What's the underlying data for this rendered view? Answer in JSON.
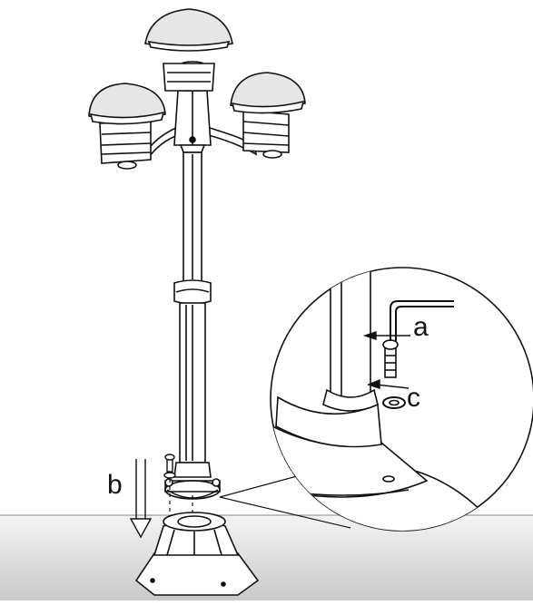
{
  "labels": {
    "a": "a",
    "b": "b",
    "c": "c"
  },
  "colors": {
    "line": "#111111",
    "fill": "#ffffff",
    "ground_top": "#f2f2f2",
    "ground_bottom": "#c8c8c8",
    "lamp_shade": "#e6e6e6"
  }
}
